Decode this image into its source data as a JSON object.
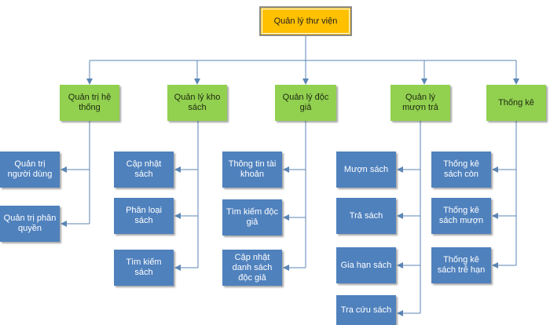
{
  "root": {
    "label": "Quản lý thư viện"
  },
  "categories": [
    {
      "label": "Quản trị hệ thống",
      "children": [
        "Quản trị người dùng",
        "Quản trị phân quyền"
      ]
    },
    {
      "label": "Quản lý kho sách",
      "children": [
        "Cập nhật sách",
        "Phân loại sách",
        "Tìm kiếm sách"
      ]
    },
    {
      "label": "Quản lý độc giả",
      "children": [
        "Thông tin tài khoản",
        "Tìm kiếm độc giả",
        "Cập nhật danh sách độc giả"
      ]
    },
    {
      "label": "Quản lý mượn trả",
      "children": [
        "Mượn sách",
        "Trả sách",
        "Gia hạn sách",
        "Tra cứu sách"
      ]
    },
    {
      "label": "Thống kê",
      "children": [
        "Thống kê sách còn",
        "Thống kê sách mượn",
        "Thống kê sách trễ hạn"
      ]
    }
  ],
  "colors": {
    "root_fill": "#ffc000",
    "category_fill": "#92d050",
    "leaf_fill": "#4f81bd",
    "connector": "#5b86b5"
  }
}
